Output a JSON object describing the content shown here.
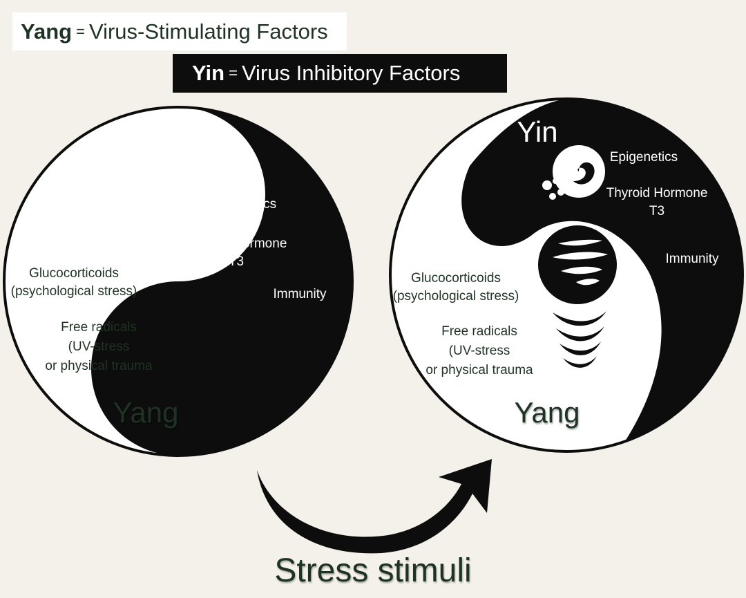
{
  "legend": {
    "yang_term": "Yang",
    "yang_eq": "=",
    "yang_text": "Virus-Stimulating Factors",
    "yin_term": "Yin",
    "yin_eq": "=",
    "yin_text": "Virus Inhibitory Factors"
  },
  "left_symbol": {
    "yin_title": "Yin",
    "yang_title": "Yang",
    "epigenetics": "Epigenetics",
    "thyroid_line1": "Thyroid Hormone",
    "thyroid_line2": "T3",
    "immunity": "Immunity",
    "gluco_line1": "Glucocorticoids",
    "gluco_line2": "(psychological stress)",
    "free_line1": "Free radicals",
    "free_line2": "(UV-stress",
    "free_line3": "or physical trauma"
  },
  "right_symbol": {
    "yin_title": "Yin",
    "yang_title": "Yang",
    "epigenetics": "Epigenetics",
    "thyroid_line1": "Thyroid Hormone",
    "thyroid_line2": "T3",
    "immunity": "Immunity",
    "gluco_line1": "Glucocorticoids",
    "gluco_line2": "(psychological stress)",
    "free_line1": "Free radicals",
    "free_line2": "(UV-stress",
    "free_line3": "or physical trauma"
  },
  "caption": "Stress stimuli",
  "colors": {
    "background": "#f4f1ea",
    "ink": "#0d0d0d",
    "text_green": "#1f3324"
  }
}
